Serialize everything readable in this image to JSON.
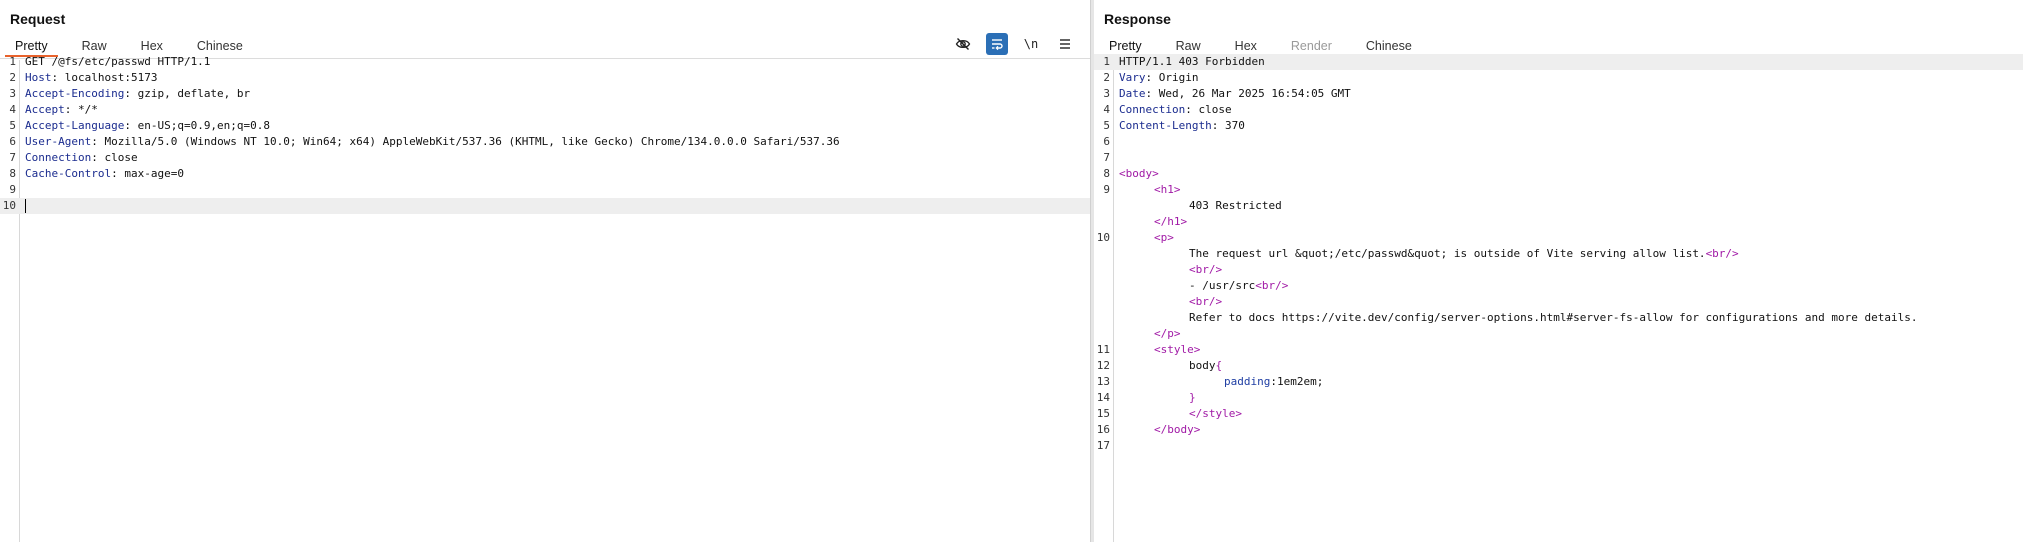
{
  "request": {
    "title": "Request",
    "tabs": [
      "Pretty",
      "Raw",
      "Hex",
      "Chinese"
    ],
    "active_tab": "Pretty",
    "toolbar": {
      "newline_label": "\\n"
    },
    "lines": [
      {
        "n": "1",
        "plain": "GET /@fs/etc/passwd HTTP/1.1"
      },
      {
        "n": "2",
        "name": "Host",
        "value": ": localhost:5173"
      },
      {
        "n": "3",
        "name": "Accept-Encoding",
        "value": ": gzip, deflate, br"
      },
      {
        "n": "4",
        "name": "Accept",
        "value": ": */*"
      },
      {
        "n": "5",
        "name": "Accept-Language",
        "value": ": en-US;q=0.9,en;q=0.8"
      },
      {
        "n": "6",
        "name": "User-Agent",
        "value": ": Mozilla/5.0 (Windows NT 10.0; Win64; x64) AppleWebKit/537.36 (KHTML, like Gecko) Chrome/134.0.0.0 Safari/537.36"
      },
      {
        "n": "7",
        "name": "Connection",
        "value": ": close"
      },
      {
        "n": "8",
        "name": "Cache-Control",
        "value": ": max-age=0"
      },
      {
        "n": "9",
        "plain": ""
      },
      {
        "n": "10",
        "plain": ""
      }
    ]
  },
  "response": {
    "title": "Response",
    "tabs": [
      "Pretty",
      "Raw",
      "Hex",
      "Render",
      "Chinese"
    ],
    "active_tab": "Pretty",
    "lines": [
      {
        "n": "1",
        "plain": "HTTP/1.1 403 Forbidden"
      },
      {
        "n": "2",
        "name": "Vary",
        "value": ": Origin"
      },
      {
        "n": "3",
        "name": "Date",
        "value": ": Wed, 26 Mar 2025 16:54:05 GMT"
      },
      {
        "n": "4",
        "name": "Connection",
        "value": ": close"
      },
      {
        "n": "5",
        "name": "Content-Length",
        "value": ": 370"
      },
      {
        "n": "6",
        "plain": ""
      },
      {
        "n": "7",
        "plain": ""
      },
      {
        "n": "8",
        "tag": "<body>",
        "indent": 0
      },
      {
        "n": "9",
        "tag": "<h1>",
        "indent": 1
      },
      {
        "n": "",
        "plain": "403 Restricted",
        "indent": 2
      },
      {
        "n": "",
        "tag": "</h1>",
        "indent": 1
      },
      {
        "n": "10",
        "tag": "<p>",
        "indent": 1
      },
      {
        "n": "",
        "plain": "The request url &quot;/etc/passwd&quot; is outside of Vite serving allow list.",
        "tag_after": "<br/>",
        "indent": 2
      },
      {
        "n": "",
        "tag": "<br/>",
        "indent": 2
      },
      {
        "n": "",
        "plain": "- /usr/src",
        "tag_after": "<br/>",
        "indent": 2
      },
      {
        "n": "",
        "tag": "<br/>",
        "indent": 2
      },
      {
        "n": "",
        "plain": "Refer to docs https://vite.dev/config/server-options.html#server-fs-allow for configurations and more details.",
        "indent": 2
      },
      {
        "n": "",
        "tag": "</p>",
        "indent": 1
      },
      {
        "n": "11",
        "tag": "<style>",
        "indent": 1
      },
      {
        "n": "12",
        "plain": "body",
        "tag_after": "{",
        "indent": 2
      },
      {
        "n": "13",
        "attr": "padding",
        "plain": ":1em2em;",
        "indent": 3
      },
      {
        "n": "14",
        "tag": "}",
        "indent": 2
      },
      {
        "n": "15",
        "tag": "</style>",
        "indent": 2
      },
      {
        "n": "16",
        "tag": "</body>",
        "indent": 1
      },
      {
        "n": "17",
        "plain": ""
      }
    ]
  },
  "colors": {
    "accent_tab": "#e8622c",
    "toggle_on": "#2b6fb6",
    "header_name": "#1b2c8f",
    "html_tag": "#a11aa6"
  }
}
